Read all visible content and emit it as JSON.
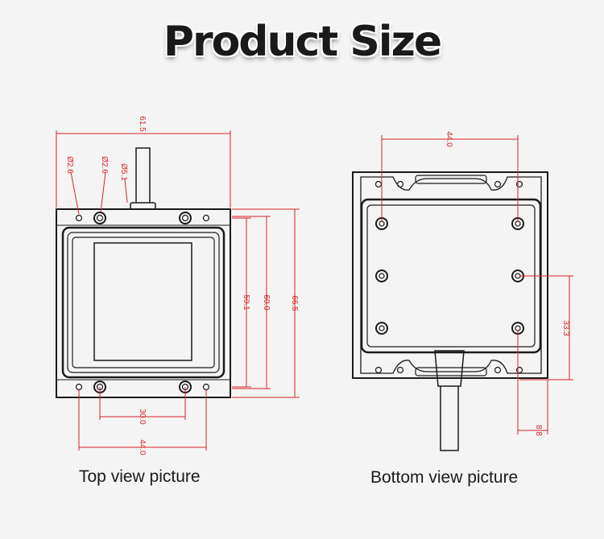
{
  "title": "Product Size",
  "captions": {
    "top": "Top view picture",
    "bottom": "Bottom view picture"
  },
  "colors": {
    "dimension": "#d9222a",
    "outline": "#1a1a1a",
    "background": "#f4f4f4"
  },
  "top_view": {
    "width": "61.5",
    "hole_small": "Ø2.6",
    "hole_large": "Ø2.6",
    "cable": "Ø5.1",
    "inner_height": "59.1",
    "mid_height": "60.0",
    "outer_height": "66.5",
    "hole_pitch": "30.0",
    "hole_span": "44.0"
  },
  "bottom_view": {
    "width": "44.0",
    "hole_pitch": "33.3",
    "edge": "8.8"
  }
}
